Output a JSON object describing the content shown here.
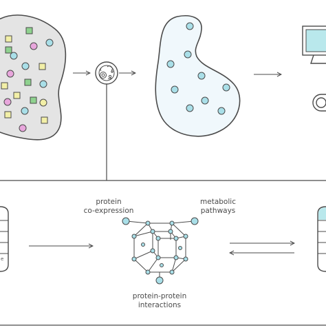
{
  "labels": {
    "coexpression_line1": "protein",
    "coexpression_line2": "co-expression",
    "metabolic_line1": "metabolic",
    "metabolic_line2": "pathways",
    "ppi_line1": "protein-protein",
    "ppi_line2": "interactions",
    "left_db_fragment": "e"
  },
  "colors": {
    "stroke": "#4a4a4a",
    "blob_fill": "#e4e4e4",
    "cell_fill": "#f0f8fc",
    "cyan": "#a9dfe8",
    "pink": "#e8a6dc",
    "yellow": "#f2efa7",
    "green": "#8fd28f",
    "screen": "#b9e8ec"
  },
  "icons": [
    "cell-icon",
    "computer-monitor-icon",
    "mouse-icon",
    "network-graph-icon",
    "database-icon"
  ]
}
